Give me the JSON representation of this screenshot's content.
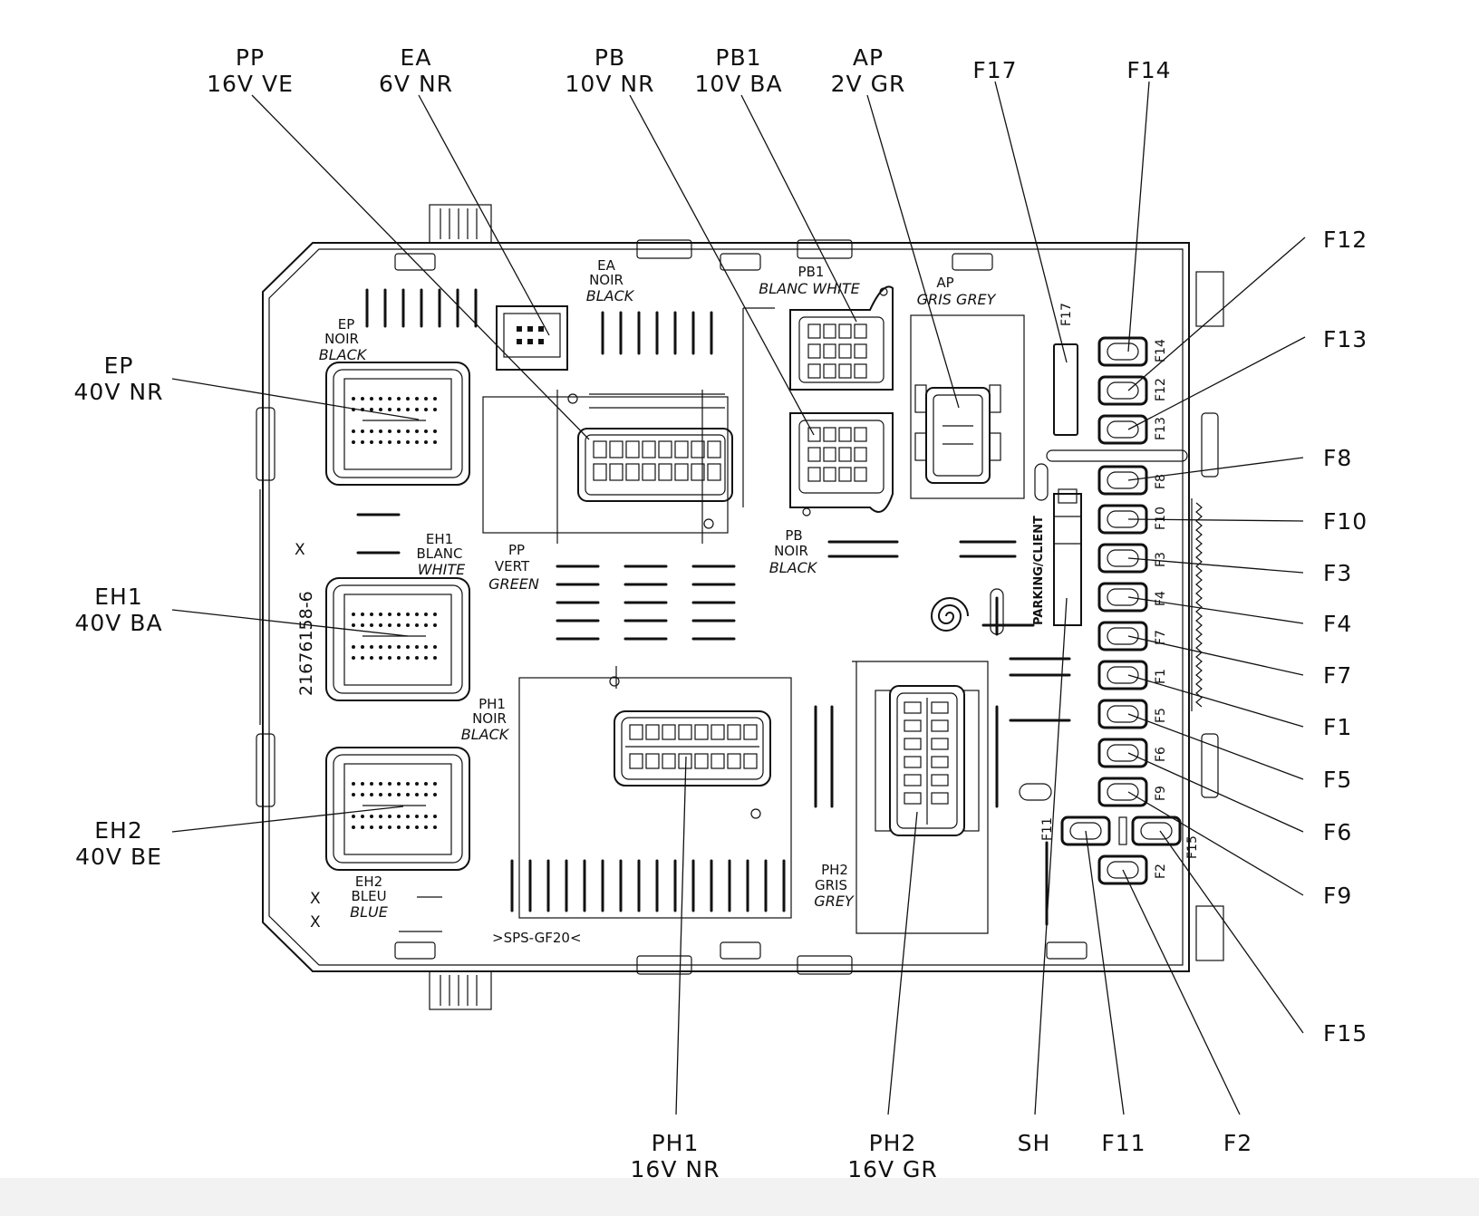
{
  "callouts": {
    "PP": [
      "PP",
      "16V VE"
    ],
    "EA": [
      "EA",
      "6V NR"
    ],
    "PB": [
      "PB",
      "10V NR"
    ],
    "PB1": [
      "PB1",
      "10V BA"
    ],
    "AP": [
      "AP",
      "2V GR"
    ],
    "F17": [
      "F17"
    ],
    "F14": [
      "F14"
    ],
    "F12": [
      "F12"
    ],
    "F13": [
      "F13"
    ],
    "F8": [
      "F8"
    ],
    "F10": [
      "F10"
    ],
    "F3": [
      "F3"
    ],
    "F4": [
      "F4"
    ],
    "F7": [
      "F7"
    ],
    "F1": [
      "F1"
    ],
    "F5": [
      "F5"
    ],
    "F6": [
      "F6"
    ],
    "F9": [
      "F9"
    ],
    "F15": [
      "F15"
    ],
    "EP": [
      "EP",
      "40V NR"
    ],
    "EH1": [
      "EH1",
      "40V BA"
    ],
    "EH2": [
      "EH2",
      "40V BE"
    ],
    "PH1": [
      "PH1",
      "16V NR"
    ],
    "PH2": [
      "PH2",
      "16V GR"
    ],
    "SH": [
      "SH"
    ],
    "F11": [
      "F11"
    ],
    "F2": [
      "F2"
    ]
  },
  "inner_labels": {
    "EA": [
      "EA",
      "NOIR",
      "BLACK"
    ],
    "PB1": [
      "PB1",
      "BLANC WHITE"
    ],
    "AP": [
      "AP",
      "GRIS GREY"
    ],
    "EP": [
      "EP",
      "NOIR",
      "BLACK"
    ],
    "EH1": [
      "EH1",
      "BLANC",
      "WHITE"
    ],
    "PP": [
      "PP",
      "VERT",
      "GREEN"
    ],
    "PB": [
      "PB",
      "NOIR",
      "BLACK"
    ],
    "PH1": [
      "PH1",
      "NOIR",
      "BLACK"
    ],
    "EH2": [
      "EH2",
      "BLEU",
      "BLUE"
    ],
    "PH2": [
      "PH2",
      "GRIS",
      "GREY"
    ]
  },
  "part_number": "21676158-6",
  "mold_mark": ">SPS-GF20<",
  "parking_label": "PARKING/CLIENT",
  "x_marks": [
    "X",
    "X",
    "X"
  ],
  "fuse_side_labels": [
    "F17",
    "F14",
    "F12",
    "F13",
    "F8",
    "F10",
    "F3",
    "F4",
    "F7",
    "F1",
    "F5",
    "F6",
    "F9",
    "F11",
    "F15",
    "F2"
  ]
}
